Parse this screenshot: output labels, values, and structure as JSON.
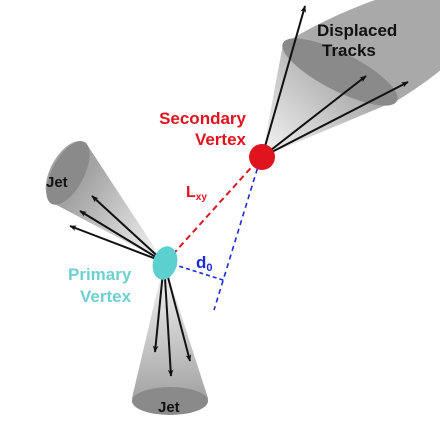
{
  "labels": {
    "displaced_tracks_line1": "Displaced",
    "displaced_tracks_line2": "Tracks",
    "secondary_vertex_line1": "Secondary",
    "secondary_vertex_line2": "Vertex",
    "lxy_main": "L",
    "lxy_sub": "xy",
    "d0_main": "d",
    "d0_sub": "0",
    "primary_vertex_line1": "Primary",
    "primary_vertex_line2": "Vertex",
    "jet_upper_left": "Jet",
    "jet_bottom": "Jet"
  },
  "colors": {
    "secondary_vertex": "#e0141e",
    "primary_vertex": "#5ccfcf",
    "lxy_line": "#e0141e",
    "d0_line": "#1a2bd6",
    "track": "#111111",
    "cone_dark": "#8a8a8a",
    "cone_light": "#f4f4f4",
    "label_secondary": "#e0141e",
    "label_primary": "#6fd0d0",
    "label_d0": "#1a2bd6",
    "label_black": "#111111"
  },
  "icons": {
    "arrowhead": "arrowhead-icon"
  }
}
